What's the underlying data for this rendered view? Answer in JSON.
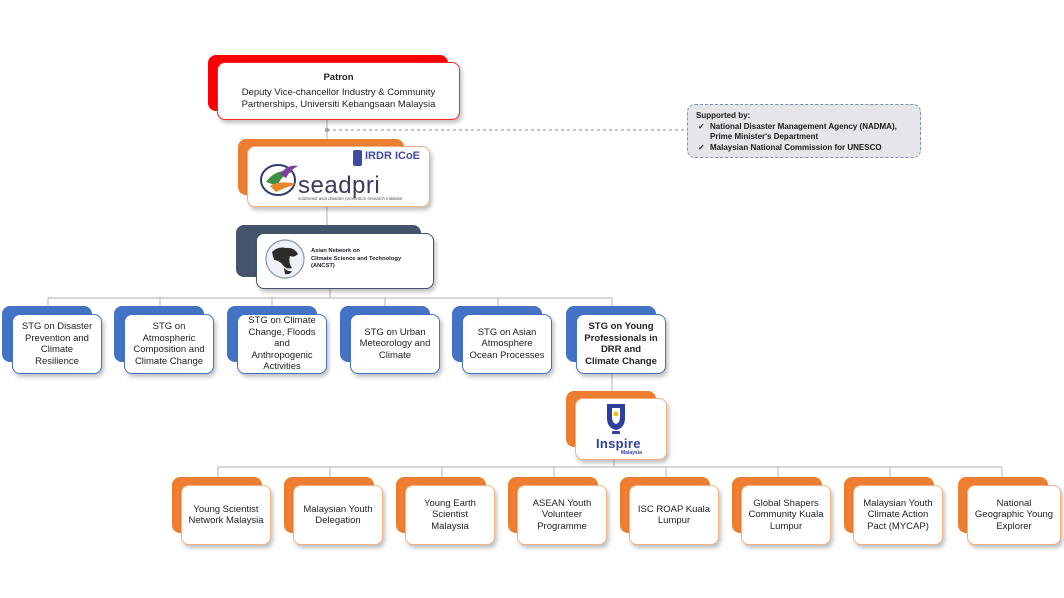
{
  "patron": {
    "title": "Patron",
    "line1": "Deputy Vice-chancellor Industry & Community",
    "line2": "Partnerships, Universiti Kebangsaan Malaysia"
  },
  "support": {
    "heading": "Supported by:",
    "items": [
      "National Disaster Management Agency (NADMA), Prime Minister's Department",
      "Malaysian National Commission for UNESCO"
    ]
  },
  "seadpri_logo": {
    "word": "seadpri",
    "sub": "southeast asia disaster prevention research initiative",
    "badge": "IRDR ICoE"
  },
  "ancst": {
    "line1": "Asian Network on",
    "line2": "Climate Science and Technology",
    "line3": "(ANCST)"
  },
  "stgs": [
    "STG on Disaster Prevention and Climate Resilience",
    "STG on Atmospheric Composition and Climate Change",
    "STG on Climate Change, Floods and Anthropogenic Activities",
    "STG on Urban Meteorology and Climate",
    "STG on Asian Atmosphere Ocean Processes",
    "STG on Young Professionals in DRR and Climate Change"
  ],
  "inspire_logo": {
    "word": "Inspire",
    "sub": "Malaysia"
  },
  "members": [
    "Young Scientist Network Malaysia",
    "Malaysian Youth Delegation",
    "Young Earth Scientist Malaysia",
    "ASEAN Youth Volunteer Programme",
    "ISC ROAP Kuala Lumpur",
    "Global Shapers Community Kuala Lumpur",
    "Malaysian Youth Climate Action Pact (MYCAP)",
    "National Geographic Young Explorer"
  ],
  "colors": {
    "red": "#ff0000",
    "blue": "#4472c4",
    "orange": "#ed7d31",
    "navy": "#44546a"
  }
}
